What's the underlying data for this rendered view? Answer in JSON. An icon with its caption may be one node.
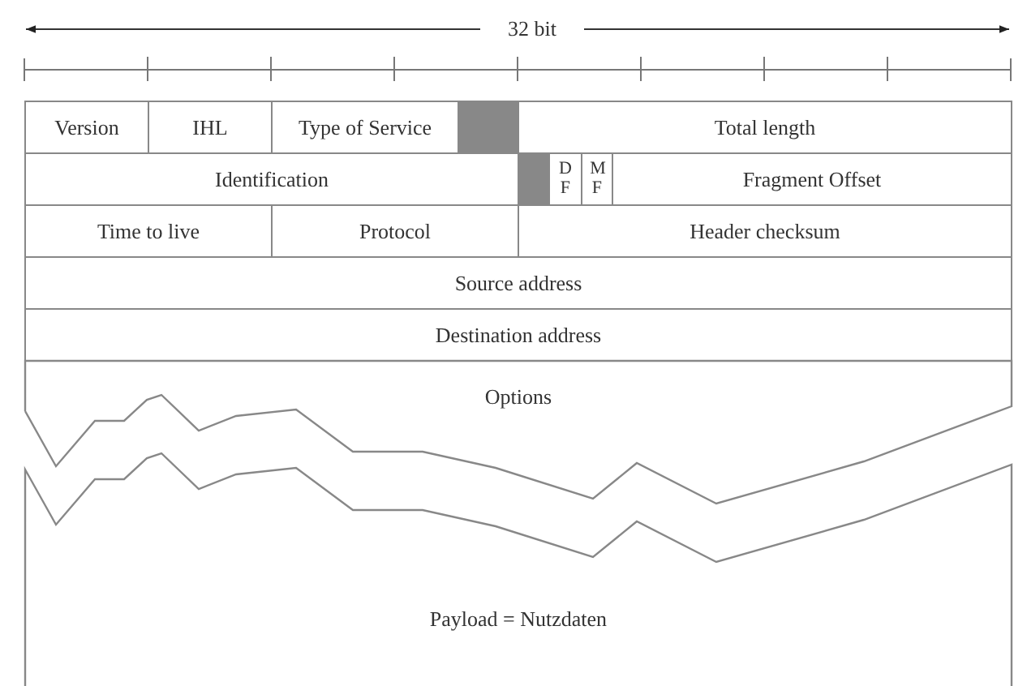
{
  "diagram": {
    "nodes": [
      {
        "text": [
          "Version"
        ]
      },
      {
        "text": [
          "IHL"
        ]
      },
      {
        "text": [
          "Type of Service"
        ]
      },
      {
        "text": [],
        "shape": "box"
      },
      {
        "text": [
          "Total length"
        ]
      },
      {
        "text": [
          "Identification"
        ]
      },
      {
        "text": [],
        "shape": "box"
      },
      {
        "text": [
          "D F"
        ]
      },
      {
        "text": [
          "M F"
        ]
      },
      {
        "text": [
          "Fragment Offset"
        ]
      },
      {
        "text": [
          "Time to live"
        ]
      },
      {
        "text": [
          "Protocol"
        ]
      },
      {
        "text": [
          "Header checksum"
        ]
      },
      {
        "text": [
          "Source address"
        ]
      },
      {
        "text": [
          "Destination address"
        ]
      },
      {
        "text": [
          "Options"
        ]
      },
      {
        "text": [
          "Payload = Nutzdaten"
        ]
      }
    ],
    "edges": [],
    "labels": [
      "32 bit"
    ]
  }
}
